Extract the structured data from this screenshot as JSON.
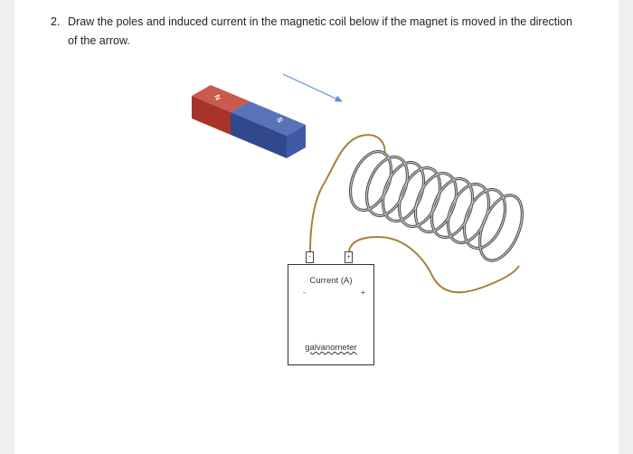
{
  "question": {
    "number": "2.",
    "text": "Draw the poles and induced current in the magnetic coil below if the magnet is moved in the direction of the arrow."
  },
  "magnet": {
    "north_label": "N",
    "south_label": "S",
    "north_color": "#c0392b",
    "south_color": "#2f4f9e"
  },
  "galvanometer": {
    "title": "Current (A)",
    "label": "galvanometer",
    "minus_sign": "-",
    "plus_sign": "+",
    "needle_color": "#4a90d9"
  },
  "terminals": {
    "negative": "-",
    "positive": "+"
  },
  "colors": {
    "wire": "#a6813a",
    "arrow": "#5b8fd6",
    "coil": "#666666"
  }
}
